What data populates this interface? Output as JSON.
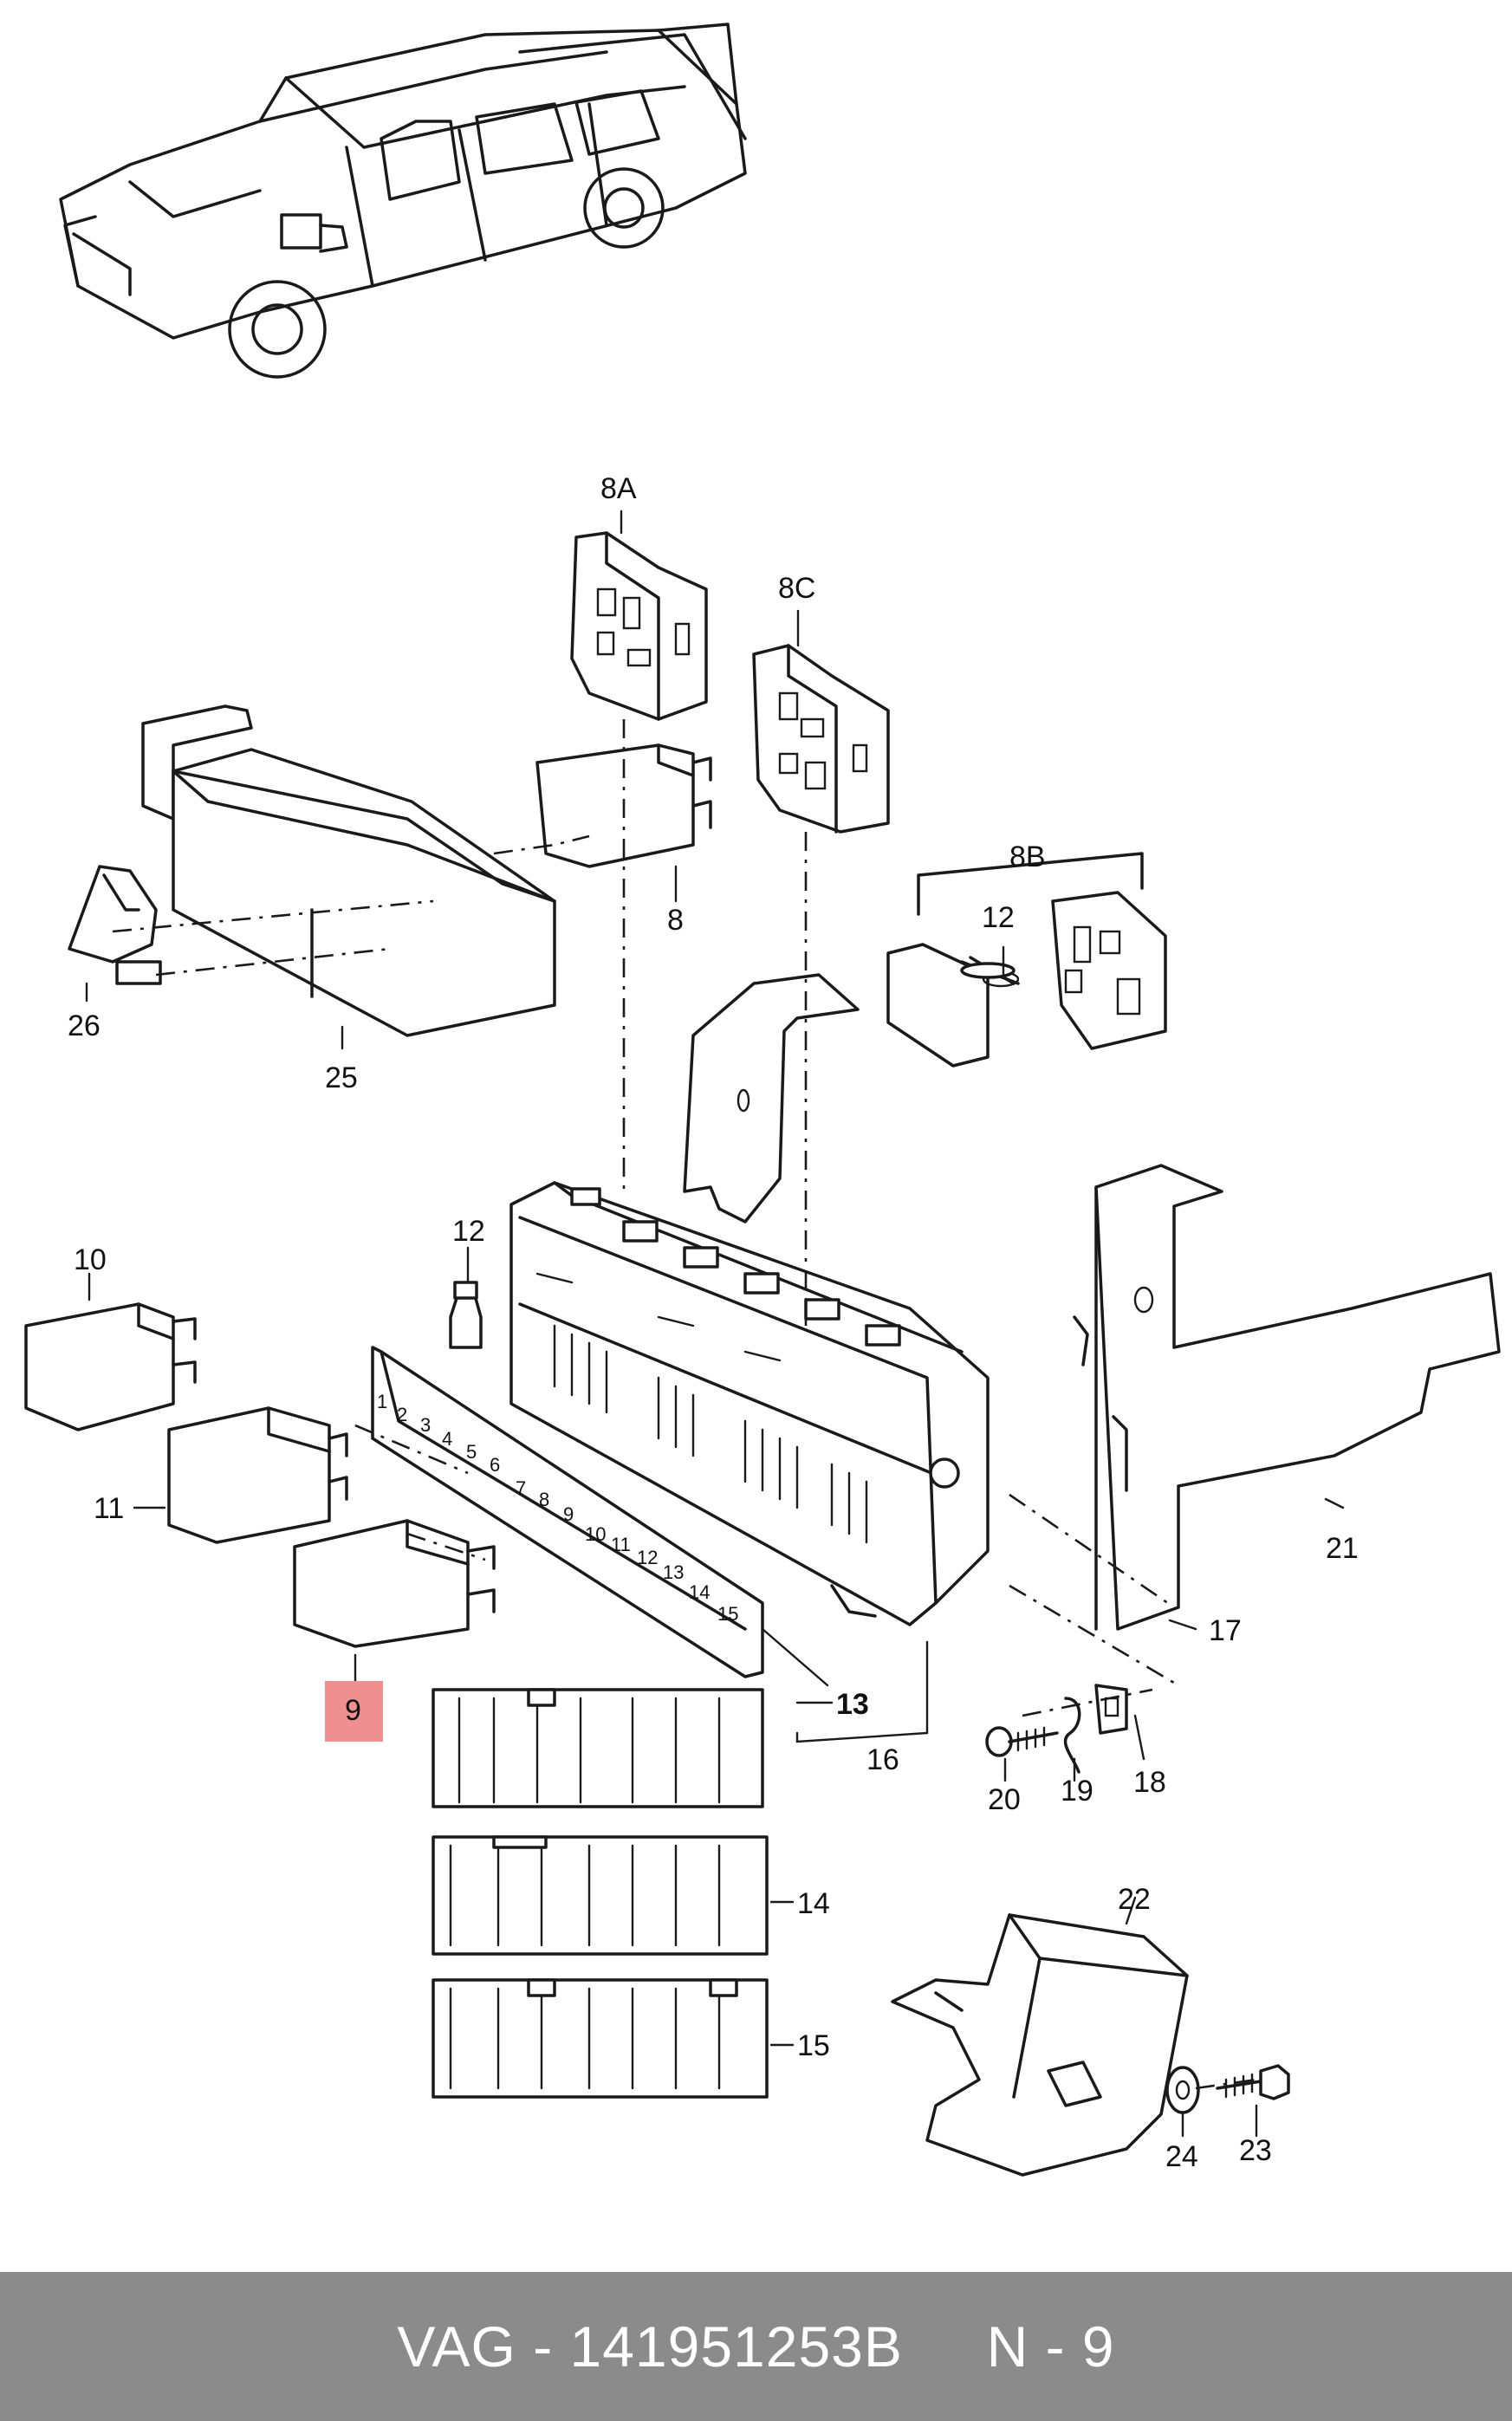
{
  "diagram": {
    "highlight_color": "#f08f8f",
    "part_labels": {
      "p8A": "8A",
      "p8C": "8C",
      "p8B": "8B",
      "p8": "8",
      "p12a": "12",
      "p12b": "12",
      "p26": "26",
      "p25": "25",
      "p10": "10",
      "p11": "11",
      "p9": "9",
      "p13": "13",
      "p14": "14",
      "p15": "15",
      "p16": "16",
      "p17": "17",
      "p18": "18",
      "p19": "19",
      "p20": "20",
      "p21": "21",
      "p22": "22",
      "p23": "23",
      "p24": "24"
    },
    "fuse_numbers": [
      "1",
      "2",
      "3",
      "4",
      "5",
      "6",
      "7",
      "8",
      "9",
      "10",
      "11",
      "12",
      "13",
      "14",
      "15"
    ]
  },
  "footer": {
    "text": "VAG - 141951253B     N - 9",
    "background": "#8b8b8b"
  }
}
